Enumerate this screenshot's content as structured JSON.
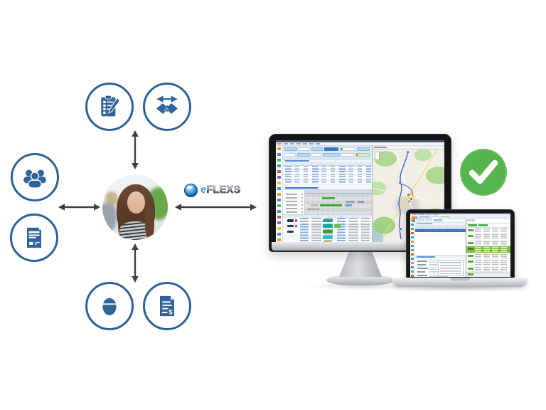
{
  "brand": {
    "logo_e": "e",
    "logo_rest": "FLEXS",
    "logo_full": "eFLEXS"
  },
  "hub": {
    "center_image": "female-support-agent-portrait",
    "icons": [
      {
        "name": "clipboard-checklist-icon"
      },
      {
        "name": "handshake-agreement-icon"
      },
      {
        "name": "team-people-icon"
      },
      {
        "name": "cv-document-icon"
      },
      {
        "name": "hardhat-worker-icon"
      },
      {
        "name": "invoice-dollar-icon"
      }
    ]
  },
  "devices": {
    "monitor_app": "dispatch-planning-window-with-table-gantt-and-map",
    "laptop_app": "order-detail-window-with-form-and-report-panel",
    "laptop_panel_logo": "eFLEXS"
  },
  "badge": {
    "type": "success-check",
    "symbol": "✓"
  },
  "palette": {
    "icon_blue": "#2d6295",
    "glyph_blue": "#30639a",
    "arrow_gray": "#3f3f3f",
    "check_green": "#56b54e",
    "link_blue": "#3d74c6",
    "ribbon_blue": "#dbe9f8",
    "gantt_highlight_yellow": "#f2eda8",
    "gantt_bar_green": "#3da53d",
    "gantt_bar_blue": "#8aa8d8",
    "gantt_bar_purple": "#9b8ec4",
    "status_teal": "#1fa29a",
    "status_green": "#3ba03b",
    "status_cyan": "#39b8d8",
    "status_orange": "#e8a33d",
    "panel_row_green": "#7cc142",
    "map_base": "#f1eee6",
    "map_green": "#aed895",
    "route_blue": "#3f5fc5"
  }
}
